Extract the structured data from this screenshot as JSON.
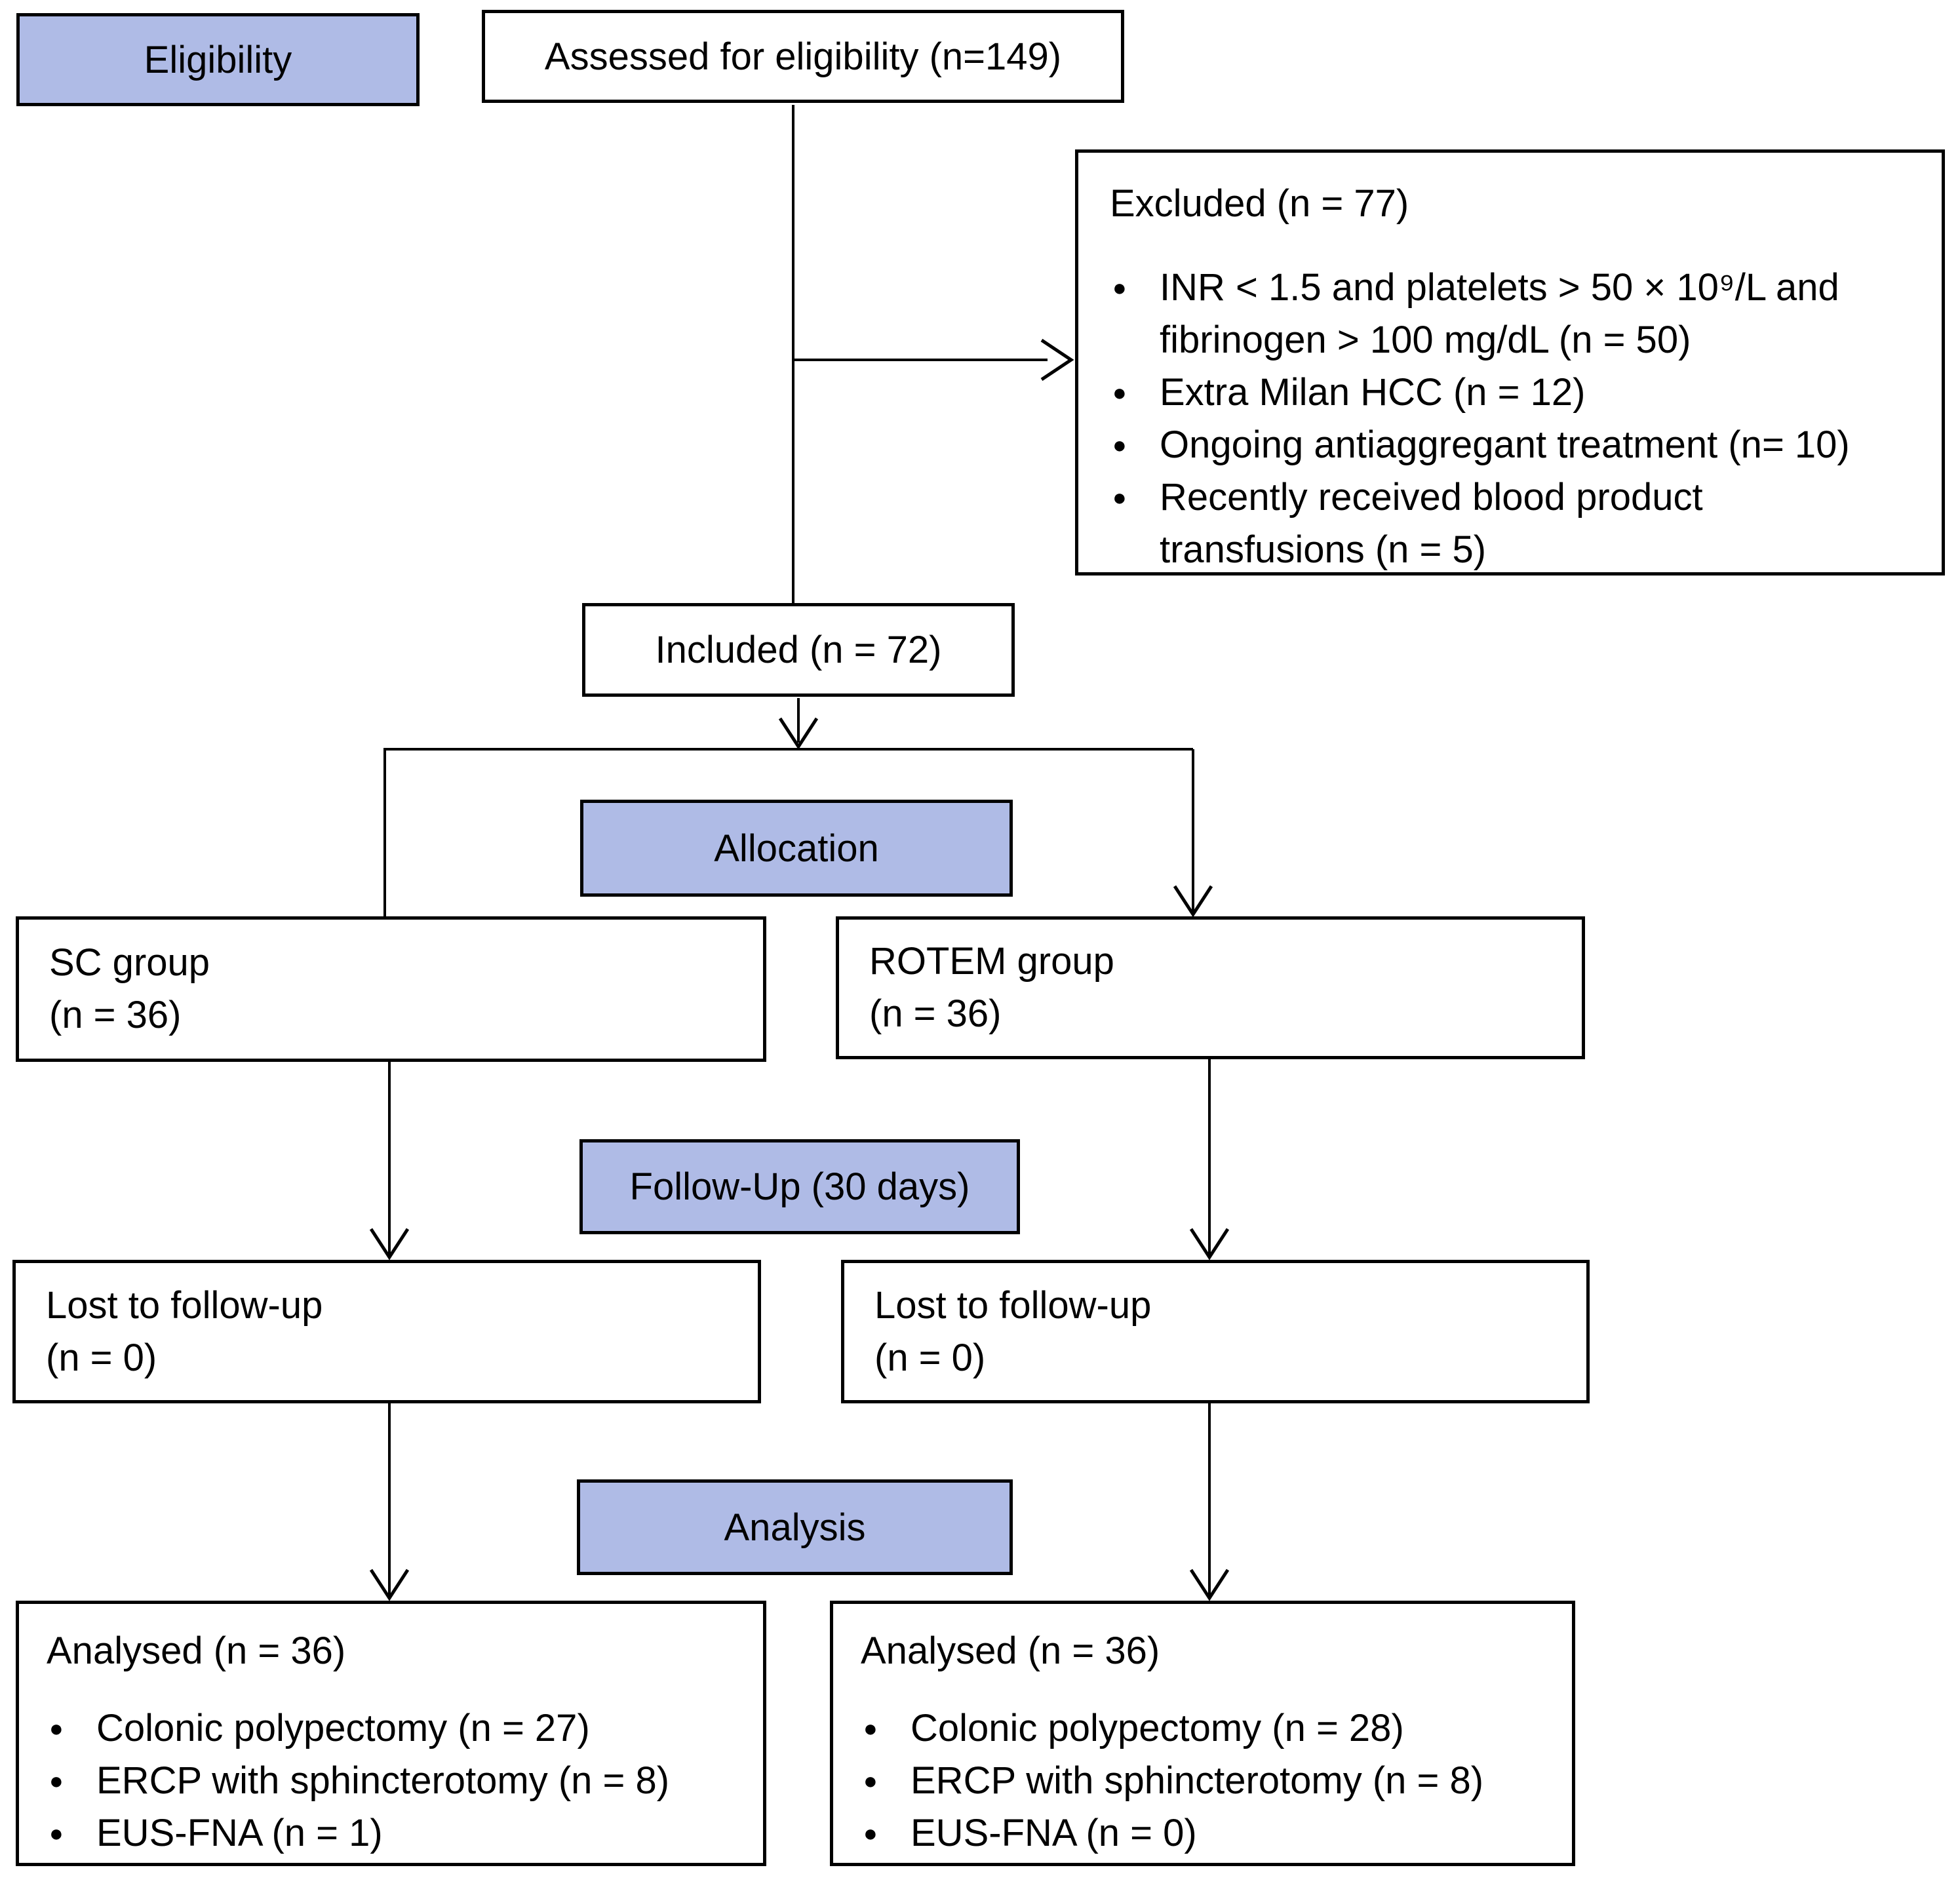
{
  "colors": {
    "stage_fill": "#afbbe6",
    "box_border": "#000000",
    "line_color": "#000000",
    "background": "#ffffff"
  },
  "stage_labels": {
    "eligibility": "Eligibility",
    "allocation": "Allocation",
    "followup": "Follow-Up (30 days)",
    "analysis": "Analysis"
  },
  "boxes": {
    "assessed": {
      "text": "Assessed for eligibility (n=149)"
    },
    "excluded": {
      "title": "Excluded (n = 77)",
      "bullets": [
        "INR < 1.5 and platelets > 50 × 10⁹/L and\nfibrinogen > 100 mg/dL (n = 50)",
        "Extra Milan HCC (n = 12)",
        "Ongoing antiaggregant treatment (n= 10)",
        "Recently received blood product\ntransfusions (n = 5)"
      ]
    },
    "included": {
      "text": "Included (n = 72)"
    },
    "sc_group": {
      "line1": "SC group",
      "line2": "(n = 36)"
    },
    "rotem_group": {
      "line1": "ROTEM group",
      "line2": "(n = 36)"
    },
    "lost_sc": {
      "line1": "Lost to follow-up",
      "line2": "(n = 0)"
    },
    "lost_rotem": {
      "line1": "Lost to follow-up",
      "line2": "(n = 0)"
    },
    "analysed_sc": {
      "title": "Analysed (n = 36)",
      "bullets": [
        "Colonic polypectomy (n = 27)",
        "ERCP with sphincterotomy (n = 8)",
        "EUS-FNA (n = 1)"
      ]
    },
    "analysed_rotem": {
      "title": "Analysed (n = 36)",
      "bullets": [
        "Colonic polypectomy (n = 28)",
        "ERCP with sphincterotomy (n = 8)",
        "EUS-FNA (n = 0)"
      ]
    }
  }
}
